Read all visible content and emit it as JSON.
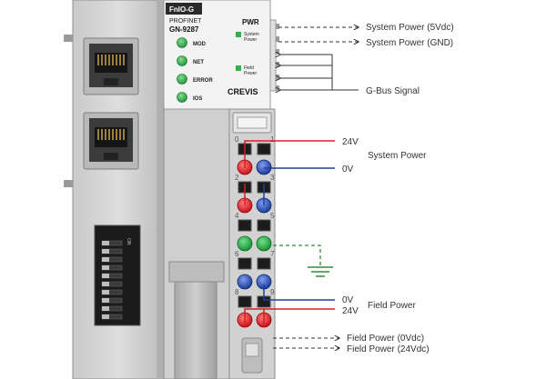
{
  "panel": {
    "logo": "FnIO-G",
    "protocol": "PROFINET",
    "model": "GN-9287",
    "pwr_title": "PWR",
    "system_power_led_label": [
      "System",
      "Power"
    ],
    "field_power_led_label": [
      "Field",
      "Power"
    ],
    "brand": "CREVIS",
    "status_leds": [
      {
        "label": "MOD",
        "color": "#2db34a"
      },
      {
        "label": "NET",
        "color": "#2db34a"
      },
      {
        "label": "ERROR",
        "color": "#2db34a"
      },
      {
        "label": "IOS",
        "color": "#2db34a"
      }
    ],
    "dip_switch_label": "ON"
  },
  "terminals": {
    "numbers": [
      "0",
      "1",
      "2",
      "3",
      "4",
      "5",
      "6",
      "7",
      "8",
      "9"
    ],
    "led_colors": [
      "red",
      "blue",
      "red",
      "blue",
      "green",
      "green",
      "blue",
      "blue",
      "red",
      "red"
    ]
  },
  "callouts": {
    "system_power_5v": "System Power (5Vdc)",
    "system_power_gnd": "System Power (GND)",
    "gbus_signal": "G-Bus Signal",
    "v24_top": "24V",
    "system_power": "System Power",
    "v0_top": "0V",
    "v0_bottom": "0V",
    "field_power": "Field Power",
    "v24_bottom": "24V",
    "field_power_0vdc": "Field Power (0Vdc)",
    "field_power_24vdc": "Field Power (24Vdc)"
  },
  "colors": {
    "red_line": "#d42020",
    "blue_line": "#1d3fa8",
    "green_line": "#2f8c3c",
    "led_green": "#2db34a",
    "terminal_red": "#e0121a",
    "terminal_blue": "#1f45b0",
    "terminal_green": "#1ea33c"
  }
}
